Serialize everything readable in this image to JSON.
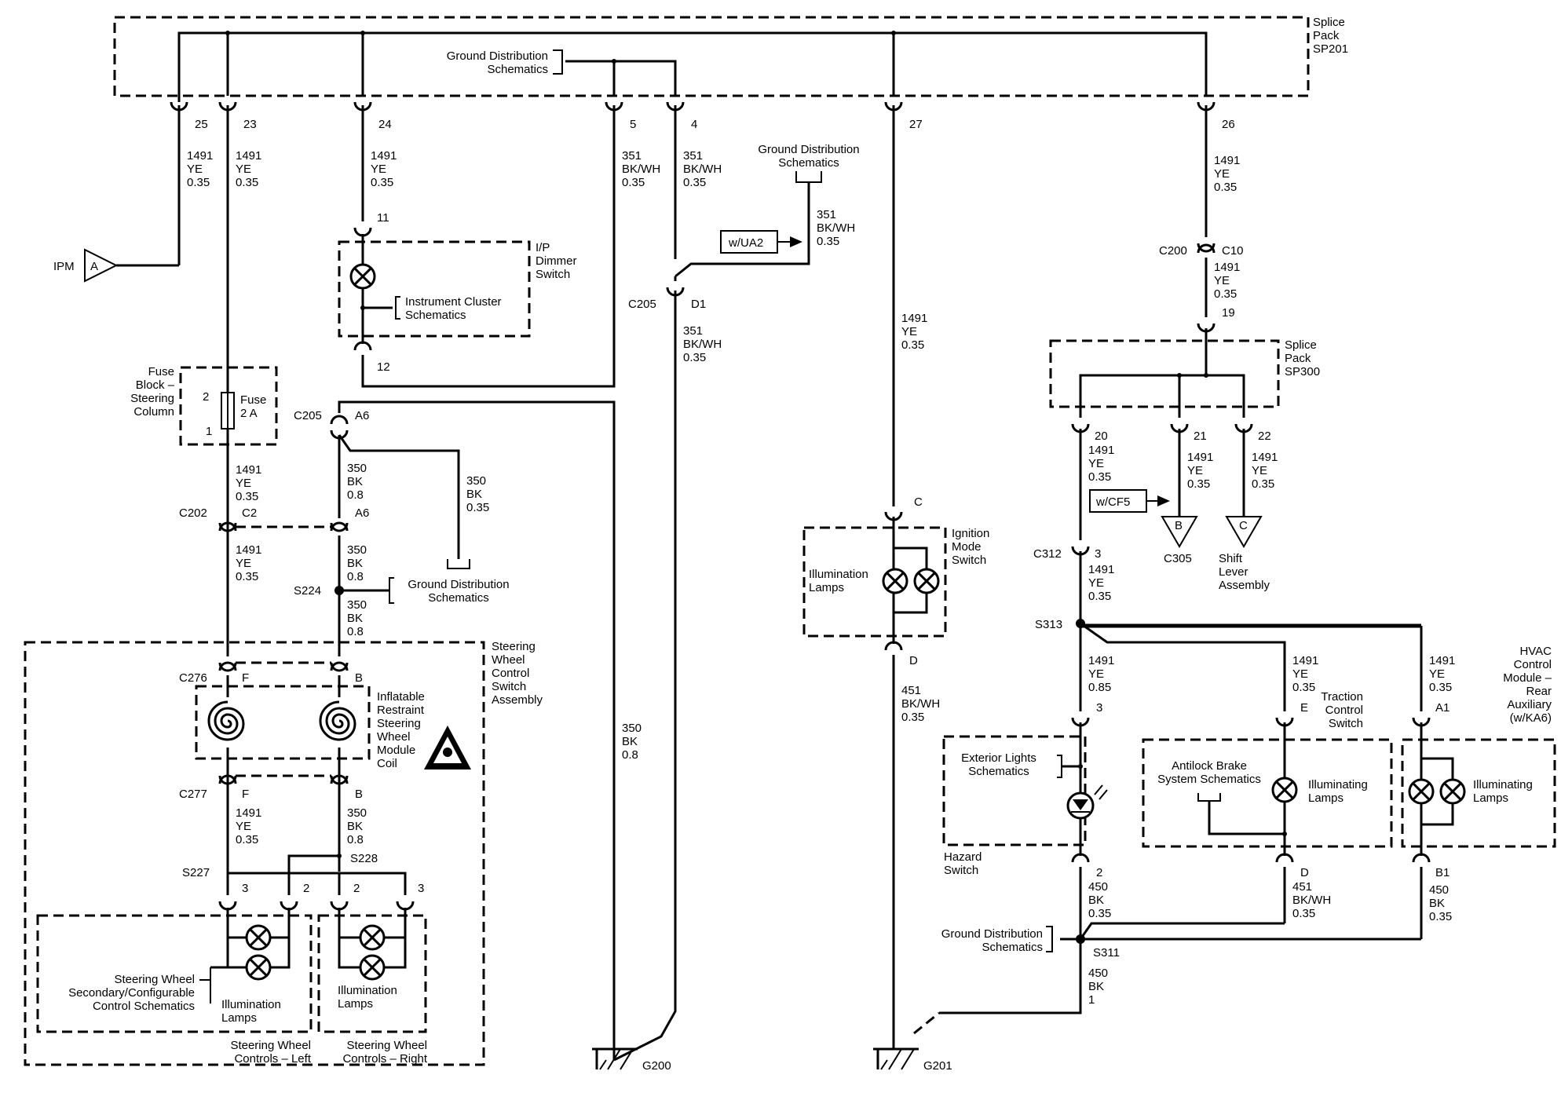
{
  "labels": {
    "splice_sp201": [
      "Splice",
      "Pack",
      "SP201"
    ],
    "ground_dist_top": [
      "Ground Distribution",
      "Schematics"
    ],
    "ground_dist_ua2": [
      "Ground Distribution",
      "Schematics"
    ],
    "ground_dist_s224": [
      "Ground Distribution",
      "Schematics"
    ],
    "ground_dist_s311": [
      "Ground Distribution",
      "Schematics"
    ],
    "pin_25": "25",
    "pin_23": "23",
    "pin_24": "24",
    "pin_5": "5",
    "pin_4": "4",
    "pin_27": "27",
    "pin_26": "26",
    "wire_25": [
      "1491",
      "YE",
      "0.35"
    ],
    "wire_23": [
      "1491",
      "YE",
      "0.35"
    ],
    "wire_24": [
      "1491",
      "YE",
      "0.35"
    ],
    "wire_5": [
      "351",
      "BK/WH",
      "0.35"
    ],
    "wire_4": [
      "351",
      "BK/WH",
      "0.35"
    ],
    "wire_ua2": [
      "351",
      "BK/WH",
      "0.35"
    ],
    "wire_26": [
      "1491",
      "YE",
      "0.35"
    ],
    "ipm": "IPM",
    "ipm_pin": "A",
    "ua2_option": "w/UA2",
    "dimmer_pin11": "11",
    "dimmer_pin12": "12",
    "dimmer_name": [
      "I/P",
      "Dimmer",
      "Switch"
    ],
    "instrument_cluster": [
      "Instrument Cluster",
      "Schematics"
    ],
    "c205_top": "C205",
    "c205_d1": "D1",
    "wire_d1": [
      "351",
      "BK/WH",
      "0.35"
    ],
    "wire_27": [
      "1491",
      "YE",
      "0.35"
    ],
    "c200": "C200",
    "c10": "C10",
    "wire_c10": [
      "1491",
      "YE",
      "0.35"
    ],
    "pin_19": "19",
    "splice_sp300": [
      "Splice",
      "Pack",
      "SP300"
    ],
    "fuse_block": [
      "Fuse",
      "Block –",
      "Steering",
      "Column"
    ],
    "fuse_pin2": "2",
    "fuse_pin1": "1",
    "fuse_name": [
      "Fuse",
      "2 A"
    ],
    "c205_a6": "C205",
    "a6_top": "A6",
    "wire_350_a": [
      "350",
      "BK",
      "0.8"
    ],
    "wire_350_gd": [
      "350",
      "BK",
      "0.35"
    ],
    "wire_fuse_out": [
      "1491",
      "YE",
      "0.35"
    ],
    "c202": "C202",
    "c2": "C2",
    "a6_c202": "A6",
    "wire_c2": [
      "1491",
      "YE",
      "0.35"
    ],
    "wire_a6_below": [
      "350",
      "BK",
      "0.8"
    ],
    "s224": "S224",
    "wire_s224_below": [
      "350",
      "BK",
      "0.8"
    ],
    "pin_20": "20",
    "pin_21": "21",
    "pin_22": "22",
    "wire_20": [
      "1491",
      "YE",
      "0.35"
    ],
    "wire_21": [
      "1491",
      "YE",
      "0.35"
    ],
    "wire_22": [
      "1491",
      "YE",
      "0.35"
    ],
    "cf5_option": "w/CF5",
    "c305_pin": "B",
    "c305": "C305",
    "shift_pin": "C",
    "shift_lever": [
      "Shift",
      "Lever",
      "Assembly"
    ],
    "c312": "C312",
    "c312_pin": "3",
    "wire_c312": [
      "1491",
      "YE",
      "0.35"
    ],
    "ign_pin_c": "C",
    "ign_pin_d": "D",
    "ign_switch": [
      "Ignition",
      "Mode",
      "Switch"
    ],
    "ign_lamps": [
      "Illumination",
      "Lamps"
    ],
    "wire_ign_d": [
      "451",
      "BK/WH",
      "0.35"
    ],
    "wire_350_long": [
      "350",
      "BK",
      "0.8"
    ],
    "s313": "S313",
    "wire_hazard_in": [
      "1491",
      "YE",
      "0.85"
    ],
    "wire_traction_in": [
      "1491",
      "YE",
      "0.35"
    ],
    "wire_hvac_in": [
      "1491",
      "YE",
      "0.35"
    ],
    "swc_assembly": [
      "Steering",
      "Wheel",
      "Control",
      "Switch",
      "Assembly"
    ],
    "c276": "C276",
    "c276_f": "F",
    "c276_b": "B",
    "coil_name": [
      "Inflatable",
      "Restraint",
      "Steering",
      "Wheel",
      "Module",
      "Coil"
    ],
    "c277": "C277",
    "c277_f": "F",
    "c277_b": "B",
    "wire_c277_f": [
      "1491",
      "YE",
      "0.35"
    ],
    "wire_c277_b": [
      "350",
      "BK",
      "0.8"
    ],
    "s228": "S228",
    "s227": "S227",
    "left_pin3": "3",
    "left_pin2": "2",
    "right_pin2": "2",
    "right_pin3": "3",
    "swc_secondary": [
      "Steering Wheel",
      "Secondary/Configurable",
      "Control Schematics"
    ],
    "left_lamps": [
      "Illumination",
      "Lamps"
    ],
    "right_lamps": [
      "Illumination",
      "Lamps"
    ],
    "swc_left": [
      "Steering Wheel",
      "Controls – Left"
    ],
    "swc_right": [
      "Steering Wheel",
      "Controls – Right"
    ],
    "hazard_pin3": "3",
    "exterior_lights": [
      "Exterior Lights",
      "Schematics"
    ],
    "hazard_pin2": "2",
    "hazard_switch": [
      "Hazard",
      "Switch"
    ],
    "wire_hazard_out": [
      "450",
      "BK",
      "0.35"
    ],
    "traction_pin_e": "E",
    "traction_switch": [
      "Traction",
      "Control",
      "Switch"
    ],
    "abs_schematics": [
      "Antilock Brake",
      "System Schematics"
    ],
    "traction_lamps": [
      "Illuminating",
      "Lamps"
    ],
    "traction_pin_d": "D",
    "wire_traction_out": [
      "451",
      "BK/WH",
      "0.35"
    ],
    "hvac_pin_a1": "A1",
    "hvac_module": [
      "HVAC",
      "Control",
      "Module –",
      "Rear",
      "Auxiliary",
      "(w/KA6)"
    ],
    "hvac_lamps": [
      "Illuminating",
      "Lamps"
    ],
    "hvac_pin_b1": "B1",
    "wire_hvac_out": [
      "450",
      "BK",
      "0.35"
    ],
    "s311": "S311",
    "wire_s311_out": [
      "450",
      "BK",
      "1"
    ],
    "g200": "G200",
    "g201": "G201"
  }
}
